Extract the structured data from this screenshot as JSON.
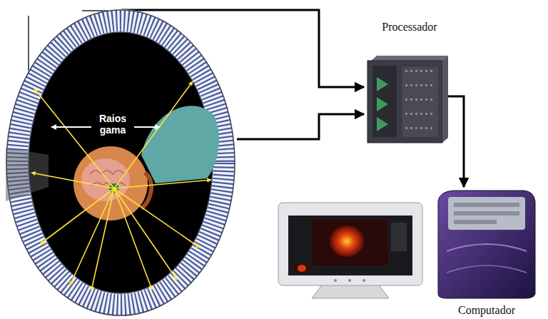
{
  "diagram": {
    "nodes": [
      {
        "text": [
          "Raios gama"
        ]
      },
      {
        "text": [
          "Processador"
        ]
      },
      {
        "text": [
          "Computador"
        ]
      }
    ],
    "edges": [
      {
        "from": 0,
        "to": 1,
        "arrow": "to"
      },
      {
        "from": 0,
        "to": 1,
        "arrow": "to"
      },
      {
        "from": 1,
        "to": 2,
        "arrow": "to"
      }
    ]
  }
}
